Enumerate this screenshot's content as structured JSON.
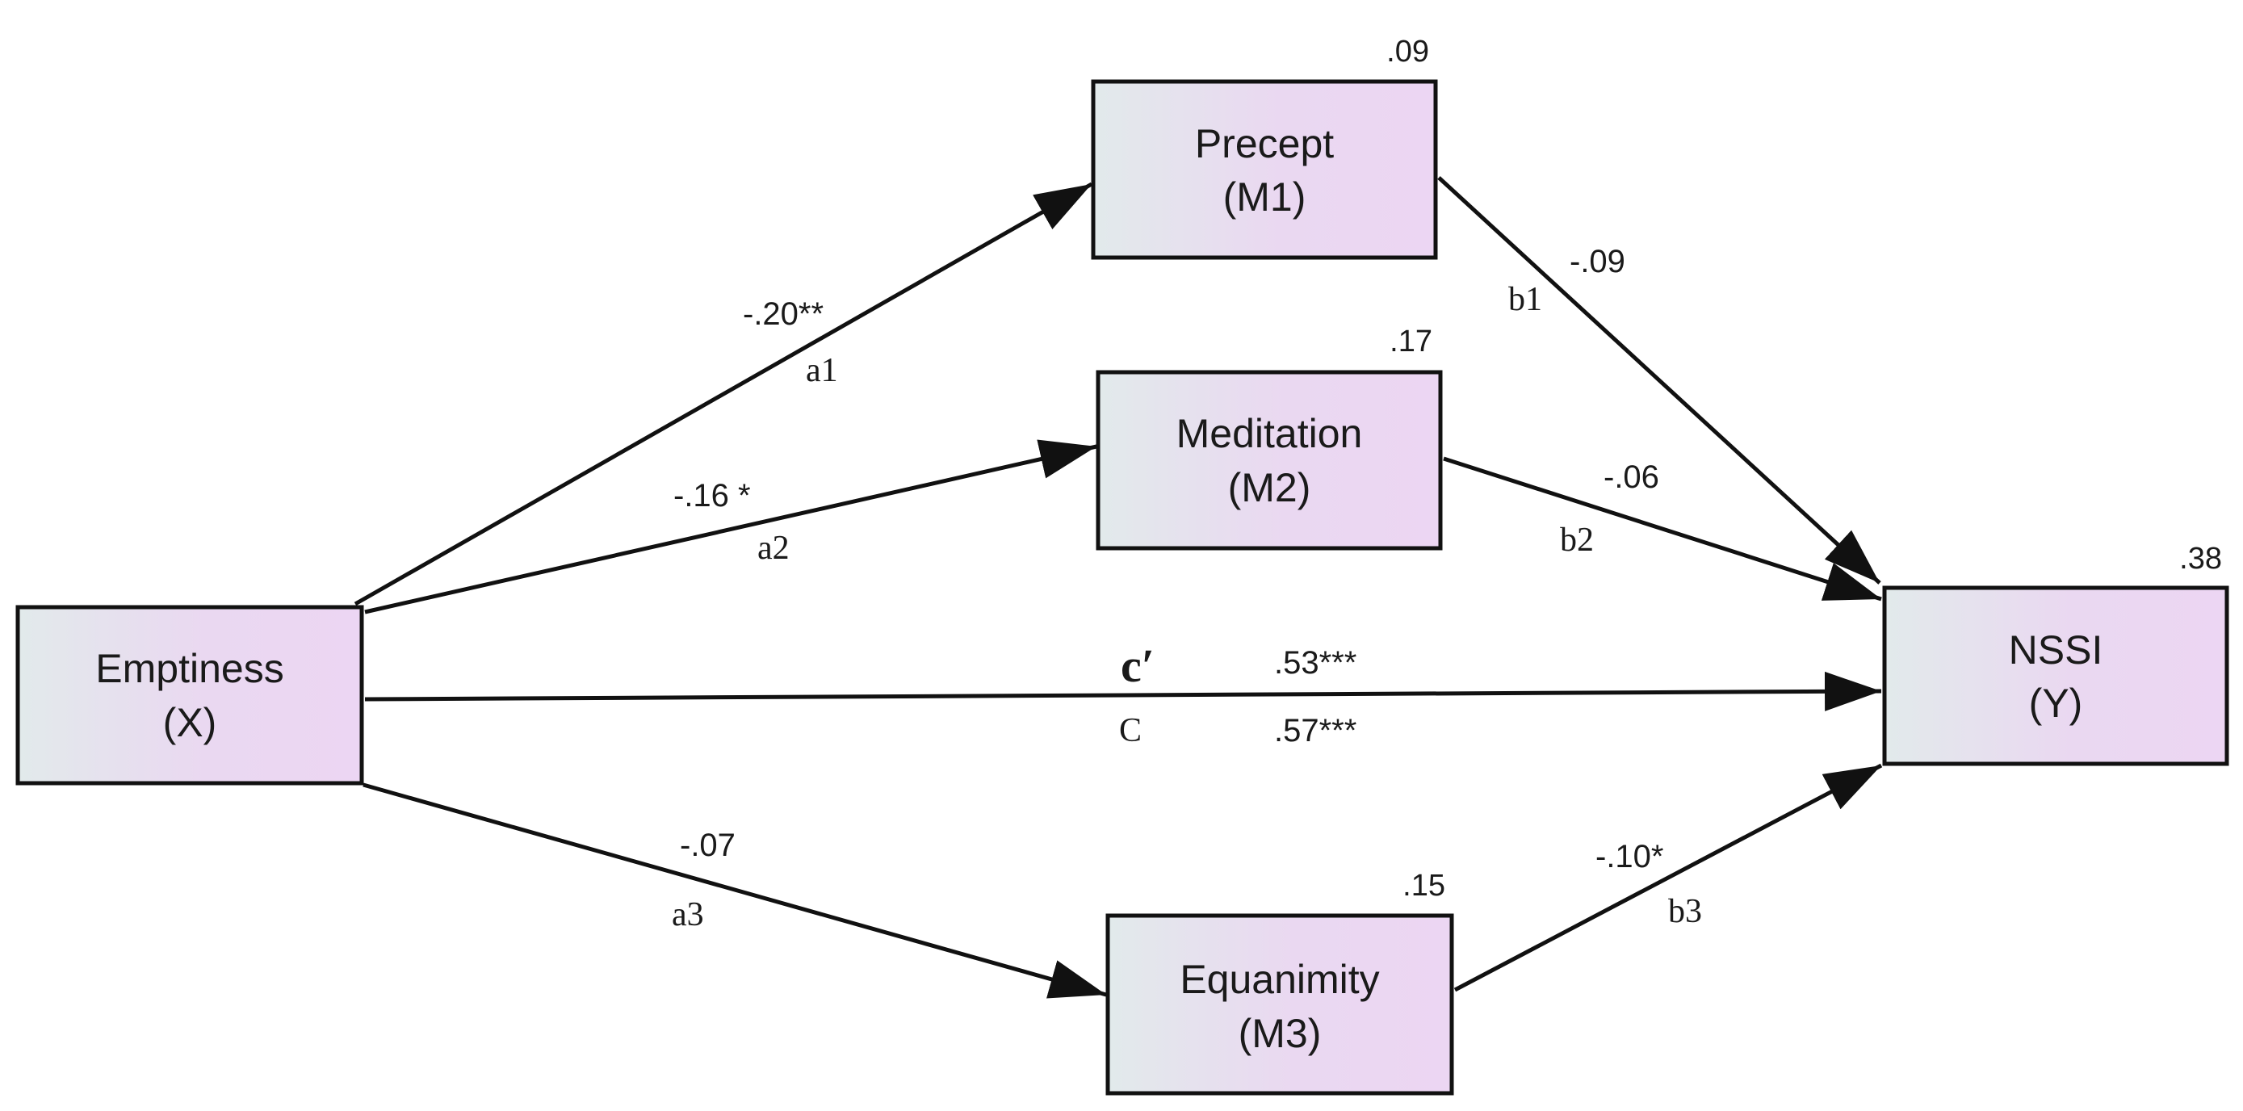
{
  "nodes": {
    "x": {
      "name": "Emptiness",
      "code": "(X)"
    },
    "m1": {
      "name": "Precept",
      "code": "(M1)",
      "r2": ".09"
    },
    "m2": {
      "name": "Meditation",
      "code": "(M2)",
      "r2": ".17"
    },
    "m3": {
      "name": "Equanimity",
      "code": "(M3)",
      "r2": ".15"
    },
    "y": {
      "name": "NSSI",
      "code": "(Y)",
      "r2": ".38"
    }
  },
  "paths": {
    "a1": {
      "label": "a1",
      "coef": "-.20**"
    },
    "a2": {
      "label": "a2",
      "coef": "-.16 *"
    },
    "a3": {
      "label": "a3",
      "coef": "-.07"
    },
    "b1": {
      "label": "b1",
      "coef": "-.09"
    },
    "b2": {
      "label": "b2",
      "coef": "-.06"
    },
    "b3": {
      "label": "b3",
      "coef": "-.10*"
    },
    "c_prime": {
      "label": "c′",
      "coef": ".53***"
    },
    "c": {
      "label": "C",
      "coef": ".57***"
    }
  },
  "colors": {
    "box_fill_left": "#e2eaeb",
    "box_fill_right": "#ecd6f3",
    "line": "#111111"
  }
}
